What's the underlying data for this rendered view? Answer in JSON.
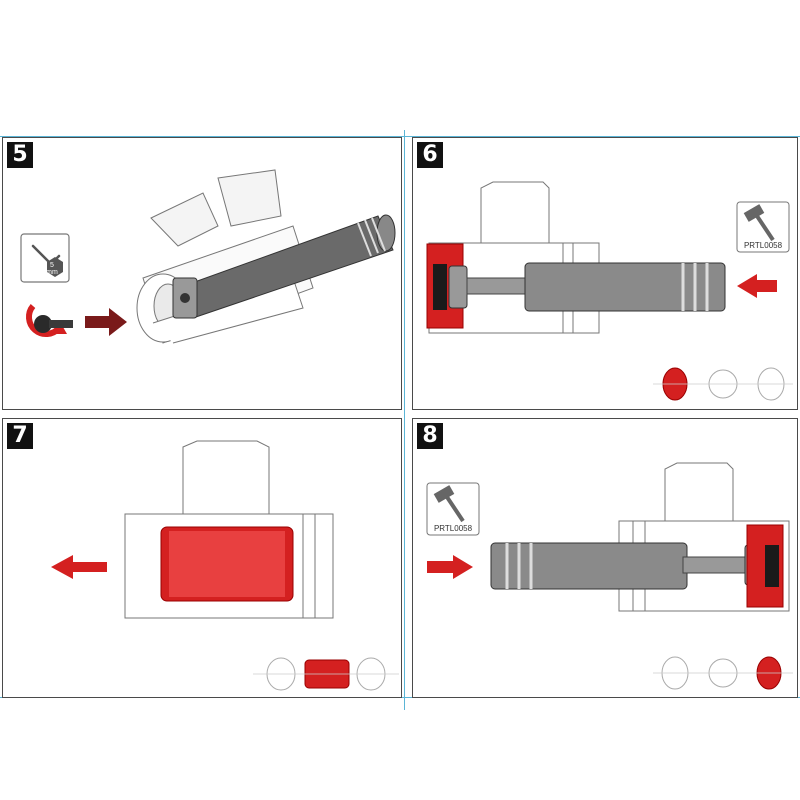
{
  "steps": [
    {
      "number": "5",
      "hex_key_size": "5",
      "hex_key_unit": "mm"
    },
    {
      "number": "6",
      "tool_code": "PRTL0058"
    },
    {
      "number": "7"
    },
    {
      "number": "8",
      "tool_code": "PRTL0058"
    }
  ],
  "colors": {
    "accent_red": "#d42020",
    "metal_gray": "#8a8a8a",
    "outline": "#6a6a6a",
    "guide_blue": "#5bb5d6"
  },
  "icons": [
    "hex-key-icon",
    "hammer-tool-icon",
    "rotate-arrow-icon",
    "direction-arrow-icon",
    "bearing-cup-icon"
  ]
}
